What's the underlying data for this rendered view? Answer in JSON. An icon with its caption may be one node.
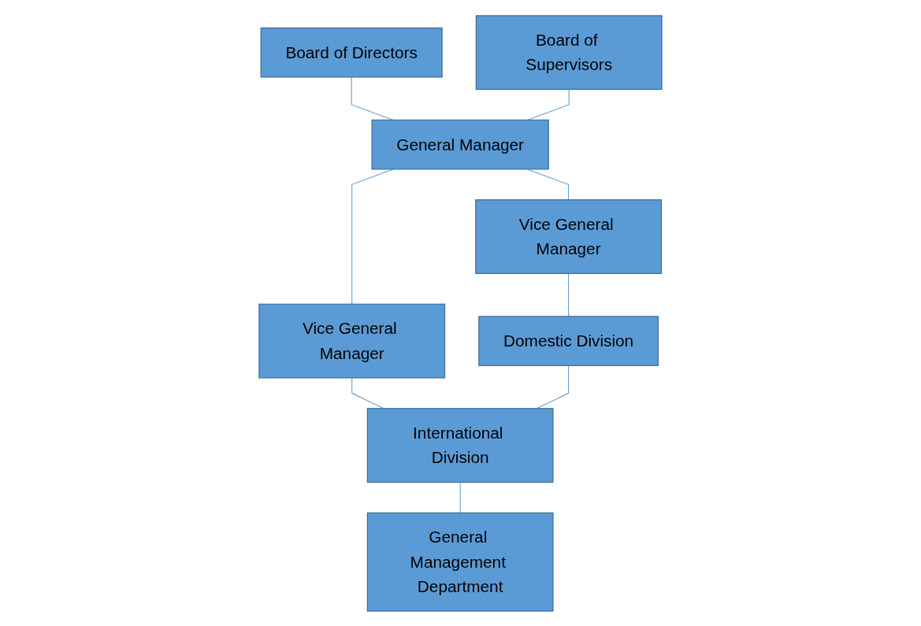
{
  "diagram": {
    "nodes": [
      {
        "text": [
          "Board of Directors"
        ]
      },
      {
        "text": [
          "Board of Supervisors"
        ]
      },
      {
        "text": [
          "General Manager"
        ]
      },
      {
        "text": [
          "Vice General Manager"
        ]
      },
      {
        "text": [
          "Vice General Manager"
        ]
      },
      {
        "text": [
          "Domestic Division"
        ]
      },
      {
        "text": [
          "International Division"
        ]
      },
      {
        "text": [
          "General Management Department"
        ]
      }
    ],
    "edges": [
      {
        "from": 0,
        "to": 2,
        "arrow": "none"
      },
      {
        "from": 1,
        "to": 2,
        "arrow": "none"
      },
      {
        "from": 2,
        "to": 3,
        "arrow": "none"
      },
      {
        "from": 2,
        "to": 4,
        "arrow": "none"
      },
      {
        "from": 3,
        "to": 5,
        "arrow": "none"
      },
      {
        "from": 4,
        "to": 6,
        "arrow": "none"
      },
      {
        "from": 5,
        "to": 6,
        "arrow": "none"
      },
      {
        "from": 6,
        "to": 7,
        "arrow": "none"
      }
    ]
  }
}
